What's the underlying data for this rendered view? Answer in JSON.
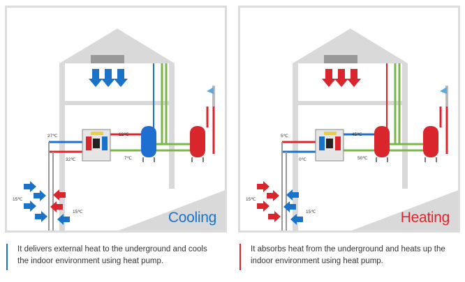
{
  "colors": {
    "cool_accent": "#1a73c8",
    "heat_accent": "#d9262c",
    "house_fill": "#d9d9d9",
    "pipe_green": "#7ab648",
    "blue_tank": "#1e6fd0",
    "red_tank": "#d9262c",
    "desc_bar_cool": "#1a73c8",
    "desc_bar_heat": "#d9262c"
  },
  "cooling": {
    "title": "Cooling",
    "temps": {
      "t1": "27℃",
      "t2": "12℃",
      "t3": "32℃",
      "t4": "7℃",
      "t5": "15℃",
      "t6": "15℃"
    },
    "description": "It delivers external heat to the underground and cools the indoor environment using heat pump."
  },
  "heating": {
    "title": "Heating",
    "temps": {
      "t1": "5℃",
      "t2": "45℃",
      "t3": "0℃",
      "t4": "50℃",
      "t5": "15℃",
      "t6": "15℃"
    },
    "description": "It absorbs heat from the underground and heats up the indoor environment using heat pump."
  }
}
